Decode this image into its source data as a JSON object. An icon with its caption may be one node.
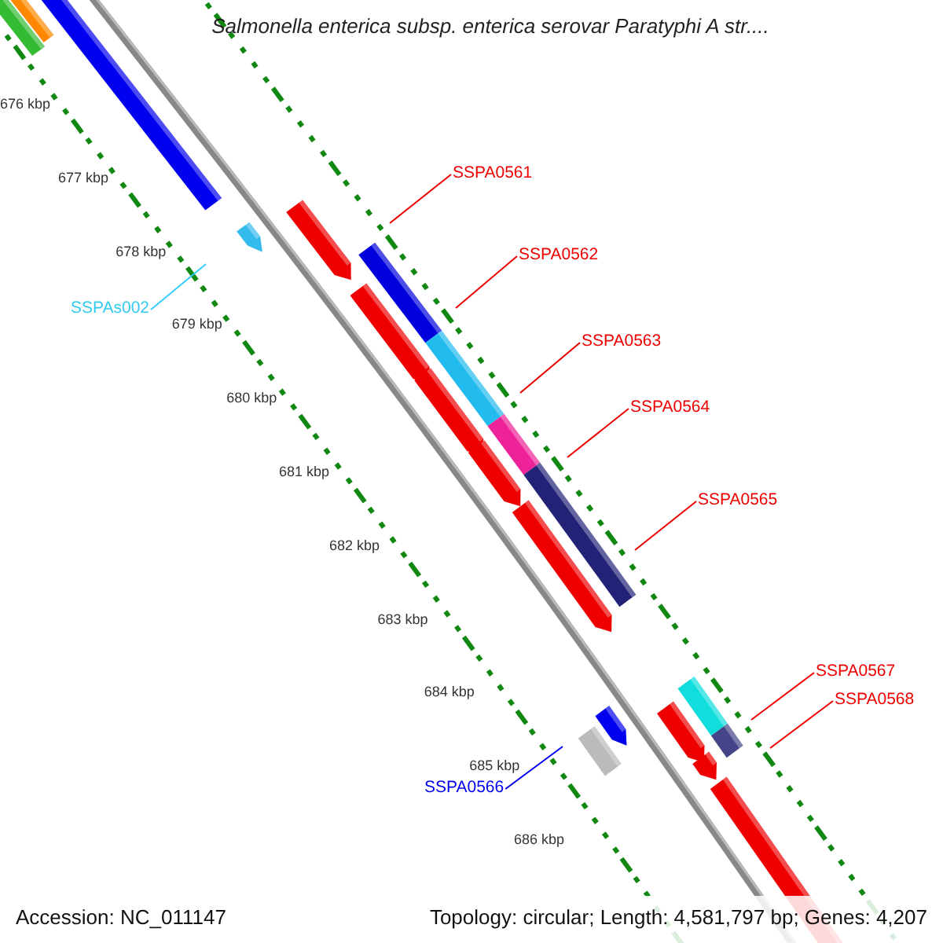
{
  "diagram": {
    "title": "Salmonella enterica subsp. enterica serovar Paratyphi A str....",
    "nodes": [
      {
        "text": [
          "SSPA0561"
        ]
      },
      {
        "text": [
          "SSPA0562"
        ]
      },
      {
        "text": [
          "SSPA0563"
        ]
      },
      {
        "text": [
          "SSPA0564"
        ]
      },
      {
        "text": [
          "SSPA0565"
        ]
      },
      {
        "text": [
          "SSPA0567"
        ]
      },
      {
        "text": [
          "SSPA0568"
        ]
      },
      {
        "text": [
          "SSPAs002"
        ]
      },
      {
        "text": [
          "SSPA0566"
        ]
      }
    ],
    "edges": [
      {
        "from": 0,
        "to": null,
        "arrow": "none"
      },
      {
        "from": 1,
        "to": null,
        "arrow": "none"
      },
      {
        "from": 2,
        "to": null,
        "arrow": "none"
      },
      {
        "from": 3,
        "to": null,
        "arrow": "none"
      },
      {
        "from": 4,
        "to": null,
        "arrow": "none"
      },
      {
        "from": 5,
        "to": null,
        "arrow": "none"
      },
      {
        "from": 6,
        "to": null,
        "arrow": "none"
      },
      {
        "from": 7,
        "to": null,
        "arrow": "none",
        "color": "#33ccff"
      },
      {
        "from": 8,
        "to": null,
        "arrow": "none",
        "color": "#0000ee"
      }
    ],
    "labels": [
      "676 kbp",
      "677 kbp",
      "678 kbp",
      "679 kbp",
      "680 kbp",
      "681 kbp",
      "682 kbp",
      "683 kbp",
      "684 kbp",
      "685 kbp",
      "686 kbp",
      "Accession: NC_011147",
      "Topology: circular; Length: 4,581,797 bp; Genes: 4,207"
    ]
  }
}
